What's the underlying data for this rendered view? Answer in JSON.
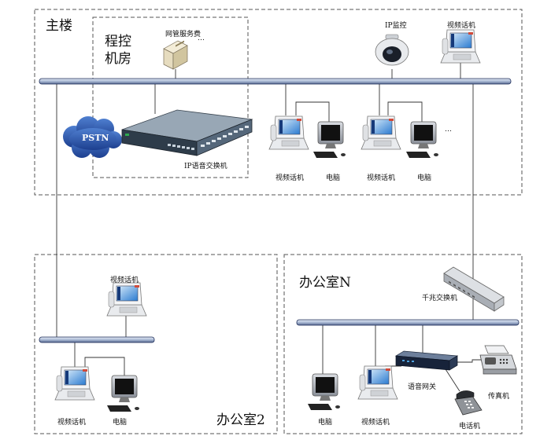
{
  "zones": {
    "main_building": "主楼",
    "control_room_line1": "程控",
    "control_room_line2": "机房",
    "office2": "办公室2",
    "officeN": "办公室N"
  },
  "devices": {
    "web_server": "网管服务费",
    "web_server_more": "…",
    "ip_camera": "IP监控",
    "video_phone": "视频话机",
    "pstn": "PSTN",
    "ip_pbx": "IP语音交换机",
    "computer": "电脑",
    "row_more": "…",
    "gigabit_switch": "千兆交换机",
    "voice_gateway": "语音网关",
    "fax": "传真机",
    "telephone": "电话机"
  },
  "colors": {
    "bus_fill": "#aab9d4",
    "bus_stroke": "#1c2c58",
    "frame": "#555555",
    "link": "#333333"
  }
}
